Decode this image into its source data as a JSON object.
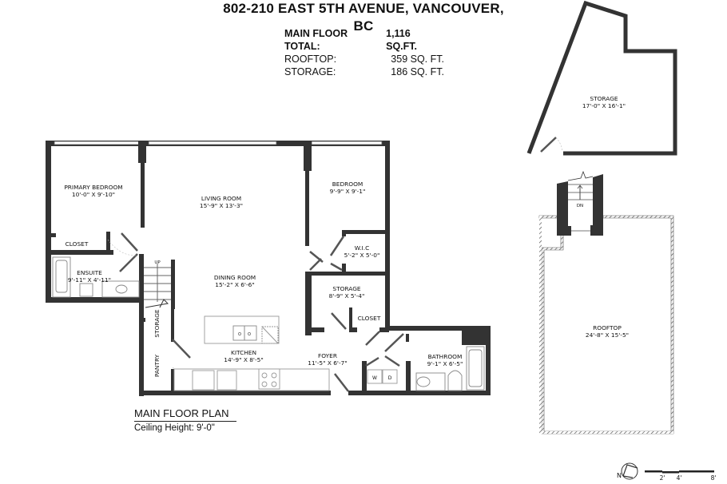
{
  "header": {
    "address": "802-210 EAST 5TH AVENUE, VANCOUVER, BC",
    "areas": [
      {
        "label": "MAIN FLOOR TOTAL:",
        "value": "1,116 SQ.FT."
      },
      {
        "label": "ROOFTOP:",
        "value": "359 SQ. FT."
      },
      {
        "label": "STORAGE:",
        "value": "186 SQ. FT."
      }
    ]
  },
  "main_floor": {
    "caption": "MAIN FLOOR PLAN",
    "ceiling": "Ceiling Height: 9'-0\"",
    "rooms": {
      "primary_bedroom": {
        "name": "PRIMARY BEDROOM",
        "dims": "10'-0\" X 9'-10\""
      },
      "closet_primary": {
        "name": "CLOSET"
      },
      "ensuite": {
        "name": "ENSUITE",
        "dims": "9'-11\" X 4'-11\""
      },
      "living_room": {
        "name": "LIVING ROOM",
        "dims": "15'-9\" X 13'-3\""
      },
      "dining_room": {
        "name": "DINING ROOM",
        "dims": "15'-2\" X 6'-6\""
      },
      "kitchen": {
        "name": "KITCHEN",
        "dims": "14'-9\" X 8'-5\""
      },
      "storage_stair": {
        "name": "STORAGE"
      },
      "pantry": {
        "name": "PANTRY"
      },
      "bedroom": {
        "name": "BEDROOM",
        "dims": "9'-9\" X 9'-1\""
      },
      "wic": {
        "name": "W.I.C",
        "dims": "5'-2\" X 5'-0\""
      },
      "storage": {
        "name": "STORAGE",
        "dims": "8'-9\" X 5'-4\""
      },
      "closet_foyer": {
        "name": "CLOSET"
      },
      "foyer": {
        "name": "FOYER",
        "dims": "11'-5\" X 6'-7\""
      },
      "bathroom": {
        "name": "BATHROOM",
        "dims": "9'-1\" X 6'-5\""
      }
    },
    "stair_label": "UP",
    "washer_label": "W",
    "dryer_label": "D"
  },
  "storage_unit": {
    "name": "STORAGE",
    "dims": "17'-0\" X 16'-1\""
  },
  "rooftop": {
    "name": "ROOFTOP",
    "dims": "24'-8\" X 15'-5\"",
    "stair_label": "DN"
  },
  "legend": {
    "north": "N",
    "scale_ticks": [
      "2'",
      "4'",
      "8'"
    ]
  },
  "colors": {
    "wall": "#333333",
    "fixture": "#8a8a8a",
    "background": "#ffffff"
  }
}
